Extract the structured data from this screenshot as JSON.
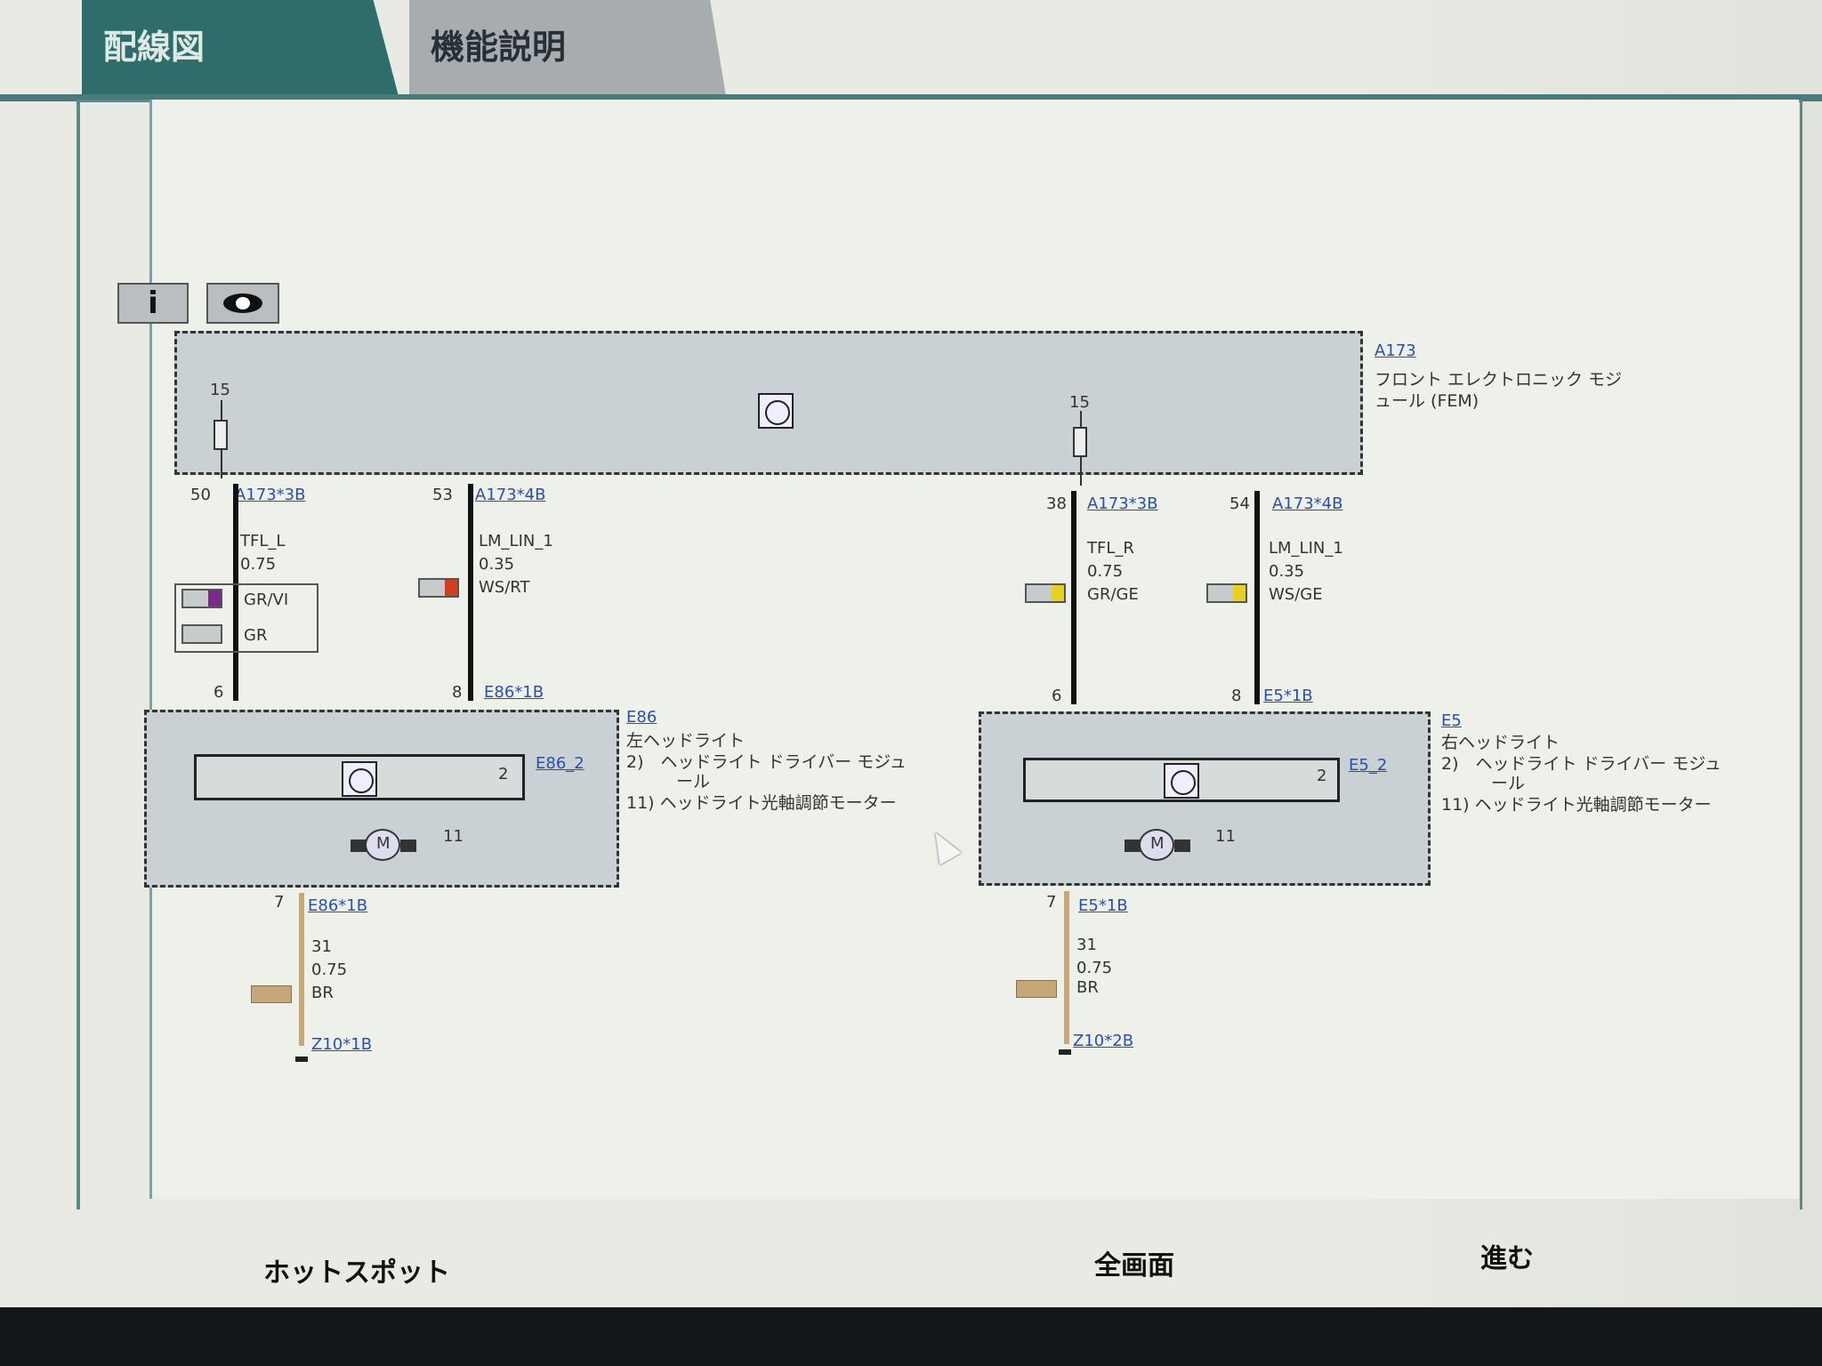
{
  "tabs": [
    {
      "label": "配線図",
      "active": true
    },
    {
      "label": "機能説明",
      "active": false
    }
  ],
  "toolbar": {
    "info_icon": "info-icon",
    "view_icon": "eye-icon"
  },
  "diagram": {
    "fem": {
      "id": "A173",
      "name_line1": "フロント エレクトロニック モジ",
      "name_line2": "ュール (FEM)"
    },
    "left": {
      "fuse_label": "15",
      "pin_tfl": "50",
      "conn_tfl": "A173*3B",
      "sig_tfl": "TFL_L",
      "size_tfl": "0.75",
      "color_tfl_1": "GR/VI",
      "color_tfl_2": "GR",
      "pin_lin": "53",
      "conn_lin": "A173*4B",
      "sig_lin": "LM_LIN_1",
      "size_lin": "0.35",
      "color_lin": "WS/RT",
      "pin_bottom_tfl": "6",
      "pin_bottom_lin": "8",
      "conn_head": "E86*1B",
      "head_id": "E86",
      "head_name": "左ヘッドライト",
      "item2": "2)　ヘッドライト ドライバー モジュ",
      "item2b": "ール",
      "item11": "11) ヘッドライト光軸調節モーター",
      "module_id": "E86_2",
      "module_num": "2",
      "motor_num": "11",
      "gnd_pin": "7",
      "gnd_conn": "E86*1B",
      "gnd_sig": "31",
      "gnd_size": "0.75",
      "gnd_color": "BR",
      "gnd_point": "Z10*1B"
    },
    "right": {
      "fuse_label": "15",
      "pin_tfl": "38",
      "conn_tfl": "A173*3B",
      "sig_tfl": "TFL_R",
      "size_tfl": "0.75",
      "color_tfl": "GR/GE",
      "pin_lin": "54",
      "conn_lin": "A173*4B",
      "sig_lin": "LM_LIN_1",
      "size_lin": "0.35",
      "color_lin": "WS/GE",
      "pin_bottom_tfl": "6",
      "pin_bottom_lin": "8",
      "conn_head": "E5*1B",
      "head_id": "E5",
      "head_name": "右ヘッドライト",
      "item2": "2)　ヘッドライト ドライバー モジュ",
      "item2b": "ール",
      "item11": "11) ヘッドライト光軸調節モーター",
      "module_id": "E5_2",
      "module_num": "2",
      "motor_num": "11",
      "gnd_pin": "7",
      "gnd_conn": "E5*1B",
      "gnd_sig": "31",
      "gnd_size": "0.75",
      "gnd_color": "BR",
      "gnd_point": "Z10*2B"
    },
    "colors": {
      "violet": "#7a2a8f",
      "red": "#d04020",
      "yellow": "#e8d020",
      "brown": "#c7a777"
    }
  },
  "bottom": {
    "hotspot": "ホットスポット",
    "fullscreen": "全画面",
    "next": "進む"
  }
}
